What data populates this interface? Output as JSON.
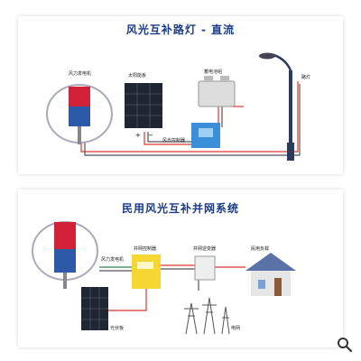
{
  "panel1": {
    "title": "风光互补路灯 - 直流",
    "labels": {
      "turbine": "风力发电机",
      "solar_panel": "太阳能板",
      "battery": "蓄电池组",
      "controller": "风光控制器",
      "street_lamp": "路灯"
    }
  },
  "panel2": {
    "title": "民用风光互补并网系统",
    "labels": {
      "turbine": "风力发电机",
      "controller": "并网控制器",
      "inverter": "并网逆变器",
      "load": "民用负载",
      "solar_panel": "光伏板",
      "grid": "电网"
    }
  },
  "zoom_icon": "magnifier-icon"
}
